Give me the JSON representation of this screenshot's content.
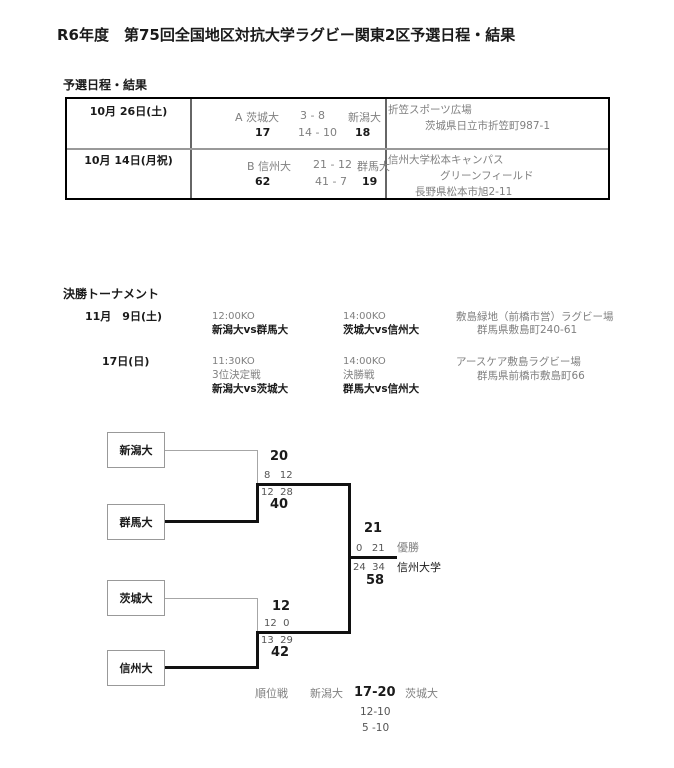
{
  "title": "R6年度　第75回全国地区対抗大学ラグビー関東2区予選日程・結果",
  "qualifying": {
    "heading": "予選日程・結果",
    "rows": [
      {
        "date": "10月 26日(土)",
        "group_team1": "A 茨城大",
        "half1": "3 - 8",
        "team2": "新潟大",
        "total1": "17",
        "half2": "14 - 10",
        "total2": "18",
        "venue1": "折笠スポーツ広場",
        "venue2": "茨城県日立市折笠町987-1"
      },
      {
        "date": "10月 14日(月祝)",
        "group_team1": "B 信州大",
        "half1": "21 - 12",
        "team2": "群馬大",
        "total1": "62",
        "half2": "41 - 7",
        "total2": "19",
        "venue1": "信州大学松本キャンパス",
        "venue2": "グリーンフィールド",
        "venue3": "長野県松本市旭2-11"
      }
    ]
  },
  "tournament": {
    "heading": "決勝トーナメント",
    "schedule": [
      {
        "date": "11月　9日(土)",
        "slot1": {
          "time": "12:00KO",
          "match": "新潟大vs群馬大"
        },
        "slot2": {
          "time": "14:00KO",
          "match": "茨城大vs信州大"
        },
        "venue1": "敷島緑地（前橋市営）ラグビー場",
        "venue2": "群馬県敷島町240-61"
      },
      {
        "date": "17日(日)",
        "slot1": {
          "time": "11:30KO",
          "label": "3位決定戦",
          "match": "新潟大vs茨城大"
        },
        "slot2": {
          "time": "14:00KO",
          "label": "決勝戦",
          "match": "群馬大vs信州大"
        },
        "venue1": "アースケア敷島ラグビー場",
        "venue2": "群馬県前橋市敷島町66"
      }
    ]
  },
  "bracket": {
    "team1": "新潟大",
    "team2": "群馬大",
    "team3": "茨城大",
    "team4": "信州大",
    "sf1": {
      "total_top": "20",
      "halves_top": "8   12",
      "halves_bottom": "12  28",
      "total_bottom": "40"
    },
    "sf2": {
      "total_top": "12",
      "halves_top": "12  0",
      "halves_bottom": "13  29",
      "total_bottom": "42"
    },
    "final": {
      "total_top": "21",
      "halves_top": "0   21",
      "halves_bottom": "24  34",
      "total_bottom": "58",
      "champion_label": "優勝",
      "champion_name": "信州大学"
    },
    "placement": {
      "label": "順位戦",
      "team_left": "新潟大",
      "score": "17-20",
      "team_right": "茨城大",
      "half1": "12-10",
      "half2": "5 -10"
    }
  },
  "colors": {
    "text_black": "#1a1a1a",
    "text_gray": "#808080",
    "line_bold": "#111111",
    "line_thin": "#a6a6a6"
  }
}
